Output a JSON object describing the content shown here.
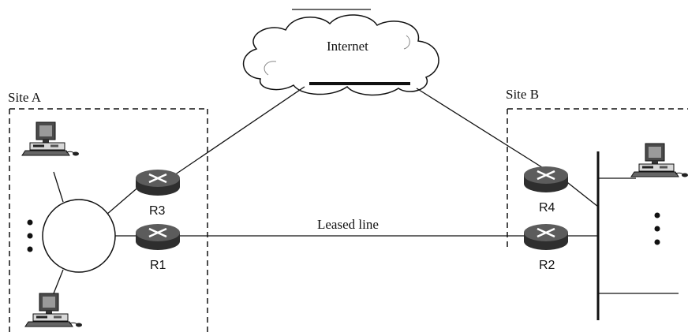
{
  "labels": {
    "internet": "Internet",
    "site_a": "Site A",
    "site_b": "Site B",
    "leased_line": "Leased line"
  },
  "routers": {
    "r1": "R1",
    "r2": "R2",
    "r3": "R3",
    "r4": "R4"
  },
  "colors": {
    "line": "#111111",
    "router_body": "#3a3a3a",
    "router_top": "#6a6a6a"
  },
  "icons": [
    "cloud-icon",
    "computer-icon",
    "router-icon",
    "ring-network-icon",
    "ellipsis-icon"
  ]
}
